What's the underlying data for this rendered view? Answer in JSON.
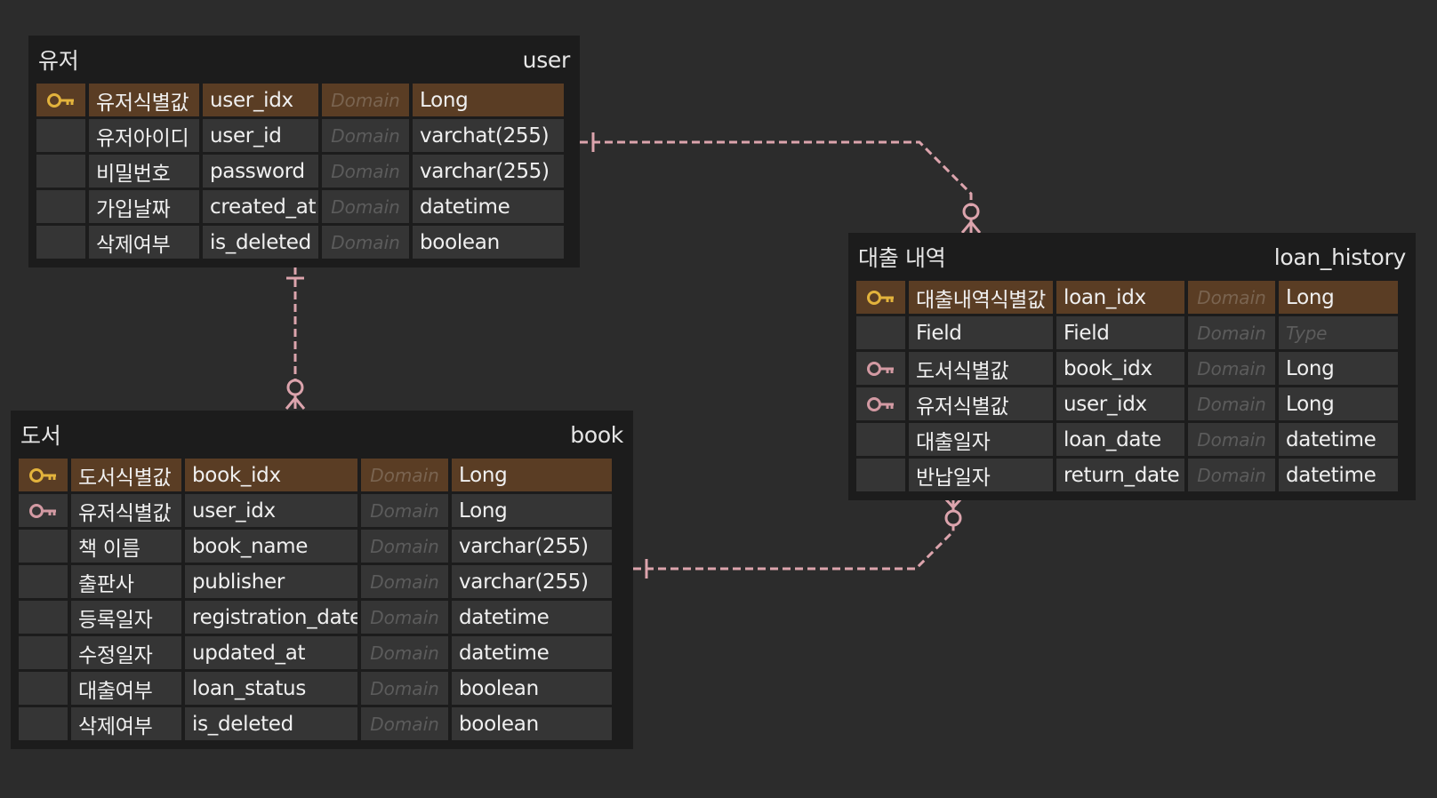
{
  "colors": {
    "background": "#2c2c2c",
    "entity_bg": "#1c1c1c",
    "cell_bg": "#353535",
    "pk_row_bg": "#5a3d24",
    "pk_key_icon": "#e3b33c",
    "fk_key_icon": "#d39aa3",
    "relation_line": "#dca4ad"
  },
  "entities": [
    {
      "id": "user",
      "logical_name": "유저",
      "physical_name": "user",
      "columns": [
        {
          "key": "pk",
          "logical": "유저식별값",
          "physical": "user_idx",
          "domain": "Domain",
          "type": "Long"
        },
        {
          "key": "",
          "logical": "유저아이디",
          "physical": "user_id",
          "domain": "Domain",
          "type": "varchat(255)"
        },
        {
          "key": "",
          "logical": "비밀번호",
          "physical": "password",
          "domain": "Domain",
          "type": "varchar(255)"
        },
        {
          "key": "",
          "logical": "가입날짜",
          "physical": "created_at",
          "domain": "Domain",
          "type": "datetime"
        },
        {
          "key": "",
          "logical": "삭제여부",
          "physical": "is_deleted",
          "domain": "Domain",
          "type": "boolean"
        }
      ]
    },
    {
      "id": "book",
      "logical_name": "도서",
      "physical_name": "book",
      "columns": [
        {
          "key": "pk",
          "logical": "도서식별값",
          "physical": "book_idx",
          "domain": "Domain",
          "type": "Long"
        },
        {
          "key": "fk",
          "logical": "유저식별값",
          "physical": "user_idx",
          "domain": "Domain",
          "type": "Long"
        },
        {
          "key": "",
          "logical": "책 이름",
          "physical": "book_name",
          "domain": "Domain",
          "type": "varchar(255)"
        },
        {
          "key": "",
          "logical": "출판사",
          "physical": "publisher",
          "domain": "Domain",
          "type": "varchar(255)"
        },
        {
          "key": "",
          "logical": "등록일자",
          "physical": "registration_date",
          "domain": "Domain",
          "type": "datetime"
        },
        {
          "key": "",
          "logical": "수정일자",
          "physical": "updated_at",
          "domain": "Domain",
          "type": "datetime"
        },
        {
          "key": "",
          "logical": "대출여부",
          "physical": "loan_status",
          "domain": "Domain",
          "type": "boolean"
        },
        {
          "key": "",
          "logical": "삭제여부",
          "physical": "is_deleted",
          "domain": "Domain",
          "type": "boolean"
        }
      ]
    },
    {
      "id": "loan_history",
      "logical_name": "대출 내역",
      "physical_name": "loan_history",
      "columns": [
        {
          "key": "pk",
          "logical": "대출내역식별값",
          "physical": "loan_idx",
          "domain": "Domain",
          "type": "Long"
        },
        {
          "key": "",
          "logical": "Field",
          "physical": "Field",
          "domain": "Domain",
          "type": "Type",
          "type_placeholder": true
        },
        {
          "key": "fk",
          "logical": "도서식별값",
          "physical": "book_idx",
          "domain": "Domain",
          "type": "Long"
        },
        {
          "key": "fk",
          "logical": "유저식별값",
          "physical": "user_idx",
          "domain": "Domain",
          "type": "Long"
        },
        {
          "key": "",
          "logical": "대출일자",
          "physical": "loan_date",
          "domain": "Domain",
          "type": "datetime"
        },
        {
          "key": "",
          "logical": "반납일자",
          "physical": "return_date",
          "domain": "Domain",
          "type": "datetime"
        }
      ]
    }
  ],
  "relations": [
    {
      "from": "user",
      "to": "loan_history",
      "from_cardinality": "one",
      "to_cardinality": "zero-or-many"
    },
    {
      "from": "user",
      "to": "book",
      "from_cardinality": "one",
      "to_cardinality": "zero-or-many"
    },
    {
      "from": "book",
      "to": "loan_history",
      "from_cardinality": "one",
      "to_cardinality": "zero-or-many"
    }
  ]
}
